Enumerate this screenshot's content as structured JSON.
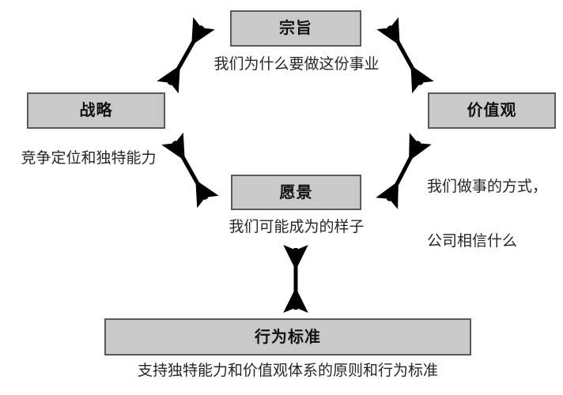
{
  "diagram": {
    "type": "framework-diagram",
    "background_color": "#ffffff",
    "box_fill_color": "#c9c9c9",
    "box_border_color": "#5a5a5a",
    "arrow_color": "#000000",
    "nodes": [
      {
        "id": "purpose",
        "title": "宗旨",
        "caption": "我们为什么要做这份事业",
        "caption_align": "center"
      },
      {
        "id": "strategy",
        "title": "战略",
        "caption": "竞争定位和独特能力",
        "caption_align": "center"
      },
      {
        "id": "values",
        "title": "价值观",
        "caption_line1": "我们做事的方式，",
        "caption_line2": "公司相信什么",
        "caption_align": "left"
      },
      {
        "id": "vision",
        "title": "愿景",
        "caption": "我们可能成为的样子",
        "caption_align": "center"
      },
      {
        "id": "standards",
        "title": "行为标准",
        "caption": "支持独特能力和价值观体系的原则和行为标准",
        "caption_align": "center"
      }
    ],
    "connectors": [
      {
        "id": "strategy-purpose",
        "from": "strategy",
        "to": "purpose",
        "style": "double-headed"
      },
      {
        "id": "purpose-values",
        "from": "purpose",
        "to": "values",
        "style": "double-headed"
      },
      {
        "id": "strategy-vision",
        "from": "strategy",
        "to": "vision",
        "style": "double-headed"
      },
      {
        "id": "vision-values",
        "from": "vision",
        "to": "values",
        "style": "double-headed"
      },
      {
        "id": "vision-standards",
        "from": "vision",
        "to": "standards",
        "style": "double-headed"
      }
    ]
  }
}
